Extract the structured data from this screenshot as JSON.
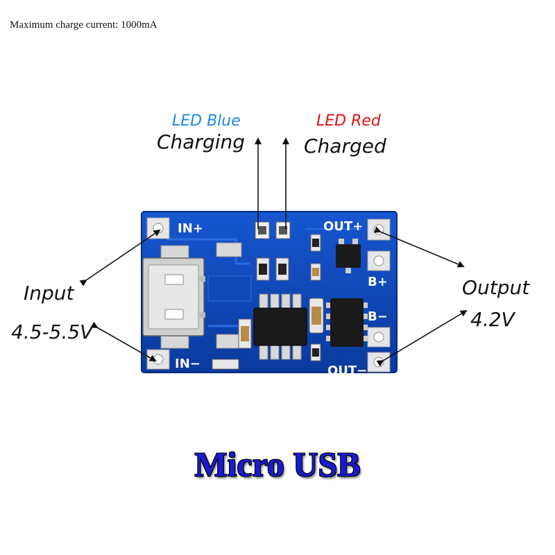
{
  "spec": "Maximum charge current:  1000mA",
  "led_blue": {
    "title": "LED Blue",
    "state": "Charging",
    "color": "#1e88e5"
  },
  "led_red": {
    "title": "LED Red",
    "state": "Charged",
    "color": "#e01010"
  },
  "input": {
    "label": "Input",
    "range": "4.5-5.5V"
  },
  "output": {
    "label": "Output",
    "voltage": "4.2V"
  },
  "board": {
    "pcb_color": "#0d46b8",
    "pins": {
      "in_plus": "IN+",
      "in_minus": "IN−",
      "out_plus": "OUT+",
      "out_minus": "OUT−",
      "b_plus": "B+",
      "b_minus": "B−"
    }
  },
  "connector": "Micro USB"
}
